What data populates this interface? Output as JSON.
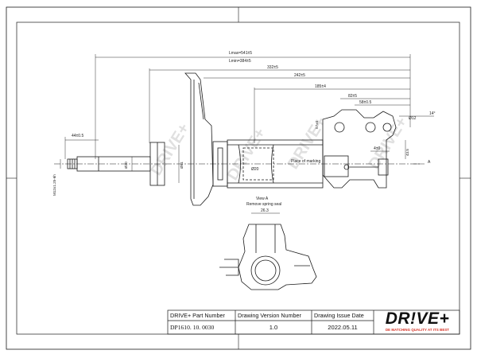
{
  "drawing": {
    "labels": {
      "lmax": "Lmax=541±5",
      "lmin": "Lmin=384±5",
      "d1": "332±5",
      "d2": "242±5",
      "d3": "185±4",
      "d4": "82±5",
      "d5": "58±0.5",
      "d6": "44±0.5",
      "thread": "M12x1.25-6h",
      "rod_dia": "Ø20",
      "body_dia": "Ø51",
      "inner": "Ø20",
      "hole": "Ø12",
      "bracket_w": "57±0",
      "bracket_h": "43.5",
      "small_off": "4±0",
      "angle": "14°",
      "view_label": "A",
      "view_a": "View A",
      "remove_seal": "Remove spring seal",
      "view_dim": "26.3",
      "marking": "Place of marking"
    },
    "watermark": "DRIVE+"
  },
  "titleblock": {
    "part_number_label": "DRIVE+ Part Number",
    "version_label": "Drawing Version  Number",
    "issue_label": "Drawing Issue Date",
    "part_number": "DP1610. 10. 0030",
    "version": "1.0",
    "issue_date": "2022.05.11"
  },
  "logo": {
    "brand": "DR!VE+",
    "tagline": "DE MATCHING QUALITY AT ITS BEST"
  },
  "colors": {
    "line": "#1a1a1a",
    "accent": "#d62d20",
    "watermark": "#c8c8c8"
  }
}
